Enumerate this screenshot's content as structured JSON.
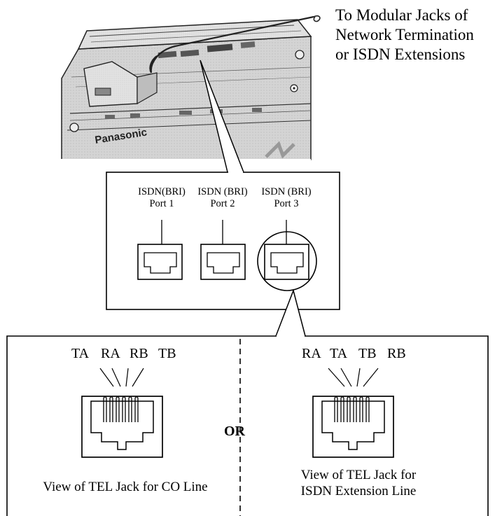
{
  "callout": {
    "line1": "To Modular Jacks of",
    "line2": "Network Termination",
    "line3": "or ISDN Extensions"
  },
  "device": {
    "brand": "Panasonic"
  },
  "ports": [
    {
      "name": "ISDN(BRI)",
      "number": "Port 1"
    },
    {
      "name": "ISDN (BRI)",
      "number": "Port 2"
    },
    {
      "name": "ISDN (BRI)",
      "number": "Port 3"
    }
  ],
  "jack_views": {
    "co_line": {
      "pins": [
        "TA",
        "RA",
        "RB",
        "TB"
      ],
      "caption_line1": "View of TEL Jack for CO Line"
    },
    "or_label": "OR",
    "isdn_extension": {
      "pins": [
        "RA",
        "TA",
        "TB",
        "RB"
      ],
      "caption_line1": "View of TEL Jack for",
      "caption_line2": "ISDN Extension Line"
    }
  }
}
